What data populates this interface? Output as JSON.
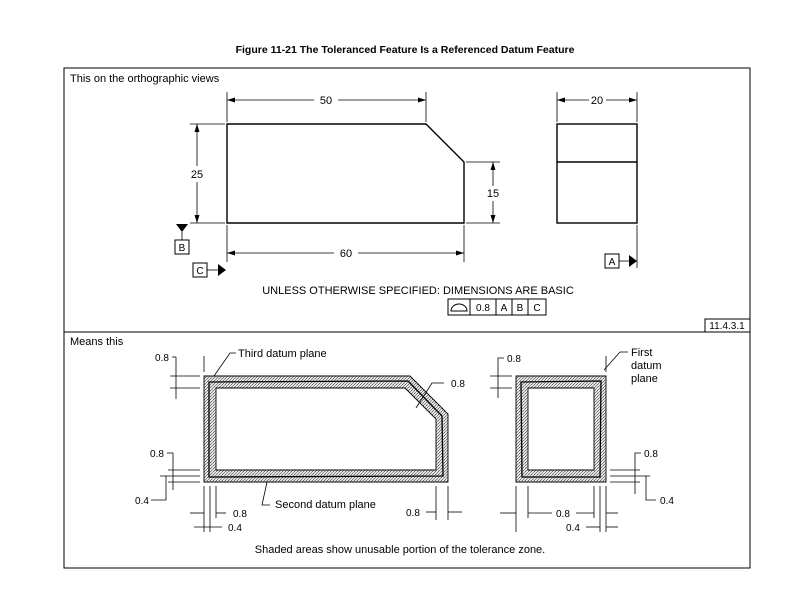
{
  "caption": "Figure 11-21 The Toleranced Feature Is a Referenced Datum Feature",
  "top_panel": {
    "heading": "This on the orthographic views",
    "dims": {
      "top_width": "50",
      "bottom_width": "60",
      "height": "25",
      "chamfer_height": "15",
      "side_width": "20"
    },
    "datums": {
      "b": "B",
      "c": "C",
      "a": "A"
    },
    "note": "UNLESS OTHERWISE SPECIFIED:  DIMENSIONS ARE BASIC",
    "fcf": {
      "symbol": "profile-of-a-surface",
      "tolerance": "0.8",
      "datum1": "A",
      "datum2": "B",
      "datum3": "C"
    },
    "ref": "11.4.3.1"
  },
  "bottom_panel": {
    "heading": "Means this",
    "labels": {
      "third_datum_plane": "Third datum plane",
      "second_datum_plane": "Second datum plane",
      "first_datum_1": "First",
      "first_datum_2": "datum",
      "first_datum_3": "plane",
      "tol_08_a": "0.8",
      "tol_08_b": "0.8",
      "tol_08_c": "0.8",
      "tol_08_d": "0.8",
      "tol_08_e": "0.8",
      "tol_08_f": "0.8",
      "tol_08_g": "0.8",
      "tol_08_h": "0.8",
      "tol_04_a": "0.4",
      "tol_04_b": "0.4",
      "tol_04_c": "0.4",
      "tol_04_d": "0.4"
    },
    "footer": "Shaded areas show unusable portion of the tolerance zone."
  },
  "colors": {
    "line": "#000000",
    "hatch": "#9a9a9a"
  }
}
